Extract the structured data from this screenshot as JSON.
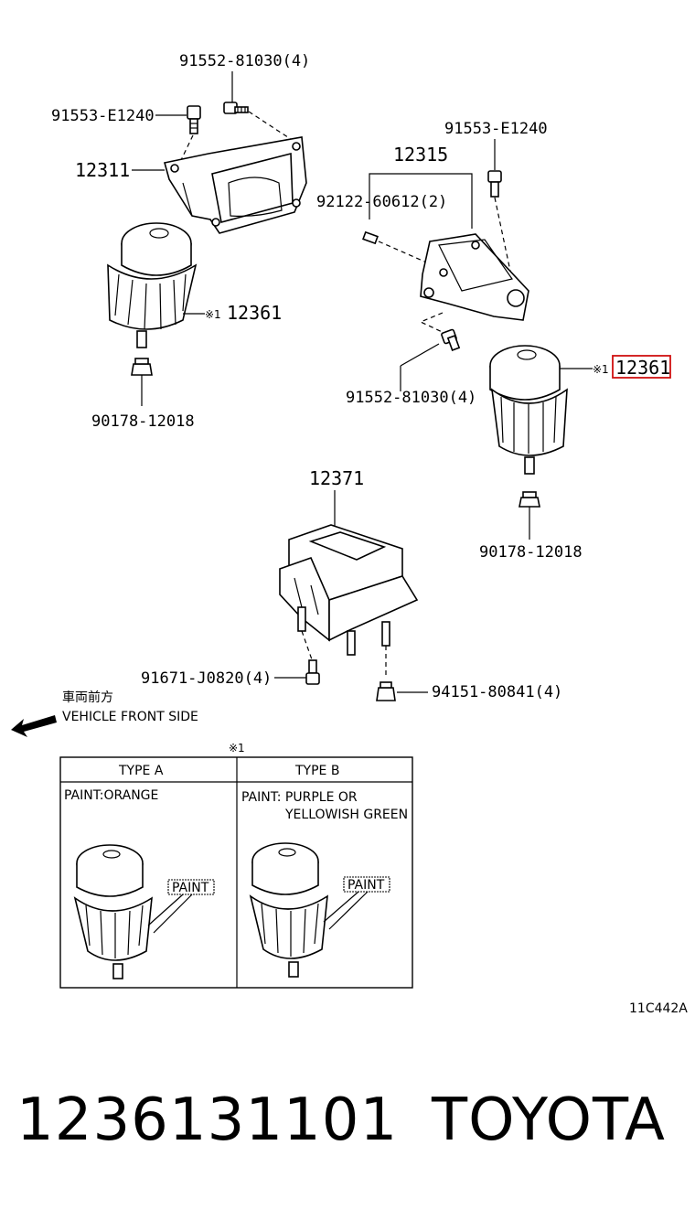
{
  "labels": {
    "bolt_top": "91552-81030(4)",
    "bolt_left": "91553-E1240",
    "bracket_left": "12311",
    "mount_left": "12361",
    "mount_left_mark": "※1",
    "nut_left": "90178-12018",
    "bolt_right": "91553-E1240",
    "bracket_right": "12315",
    "stud_right": "92122-60612(2)",
    "bolt_right_lower": "91552-81030(4)",
    "mount_right": "12361",
    "mount_right_mark": "※1",
    "nut_right": "90178-12018",
    "rear_mount": "12371",
    "bolt_rear": "91671-J0820(4)",
    "nut_rear": "94151-80841(4)",
    "front_jp": "車両前方",
    "front_en": "VEHICLE FRONT SIDE",
    "table_mark": "※1",
    "type_a": "TYPE A",
    "type_b": "TYPE B",
    "paint_a": "PAINT:ORANGE",
    "paint_b_line1": "PAINT: PURPLE OR",
    "paint_b_line2": "YELLOWISH GREEN",
    "paint_tag_a": "PAINT",
    "paint_tag_b": "PAINT",
    "diagram_code": "11C442A",
    "part_number": "1236131101",
    "brand": "TOYOTA"
  },
  "colors": {
    "highlight": "#d01010"
  }
}
